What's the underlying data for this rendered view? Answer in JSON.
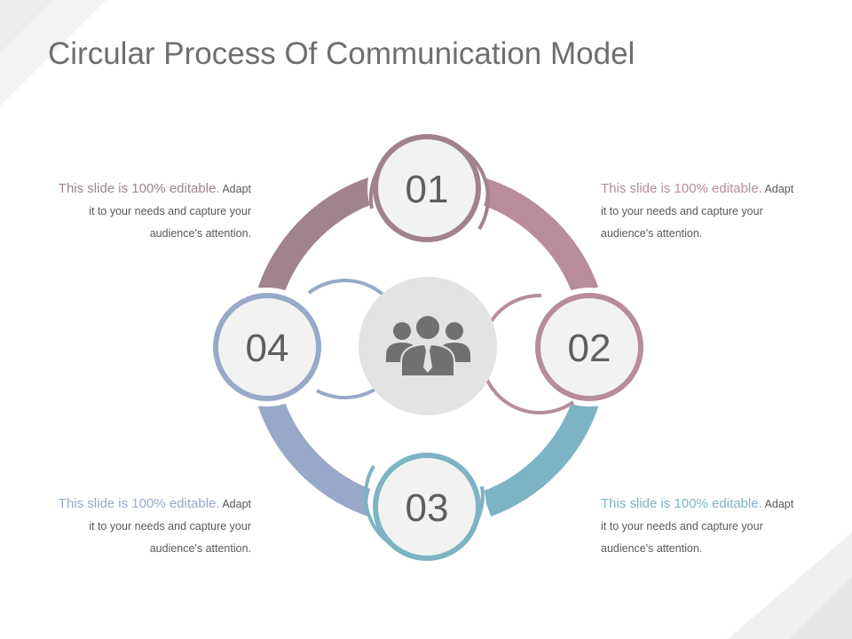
{
  "slide": {
    "title": "Circular Process Of Communication Model"
  },
  "steps": [
    {
      "number": "01",
      "color": "#a0838e"
    },
    {
      "number": "02",
      "color": "#b88c9b"
    },
    {
      "number": "03",
      "color": "#7db4c4"
    },
    {
      "number": "04",
      "color": "#98a8c8"
    }
  ],
  "descriptions": {
    "top_left": {
      "highlight": "This slide is 100% editable.",
      "highlight_color": "#a0838e",
      "line1_rest": " Adapt",
      "line2": "it to your needs and capture your",
      "line3": "audience's attention."
    },
    "top_right": {
      "highlight": "This slide is 100% editable.",
      "highlight_color": "#b88c9b",
      "line1_rest": " Adapt",
      "line2": "it to your needs and capture your",
      "line3": "audience's attention."
    },
    "bottom_left": {
      "highlight": "This slide is 100% editable.",
      "highlight_color": "#98a8c8",
      "line1_rest": " Adapt",
      "line2": "it to your needs and capture your",
      "line3": "audience's attention."
    },
    "bottom_right": {
      "highlight": "This slide is 100% editable.",
      "highlight_color": "#7db4c4",
      "line1_rest": " Adapt",
      "line2": "it to your needs and capture your",
      "line3": "audience's attention."
    }
  },
  "center": {
    "icon": "people-group-icon",
    "disc_color": "#e3e3e3",
    "icon_color": "#707070"
  }
}
